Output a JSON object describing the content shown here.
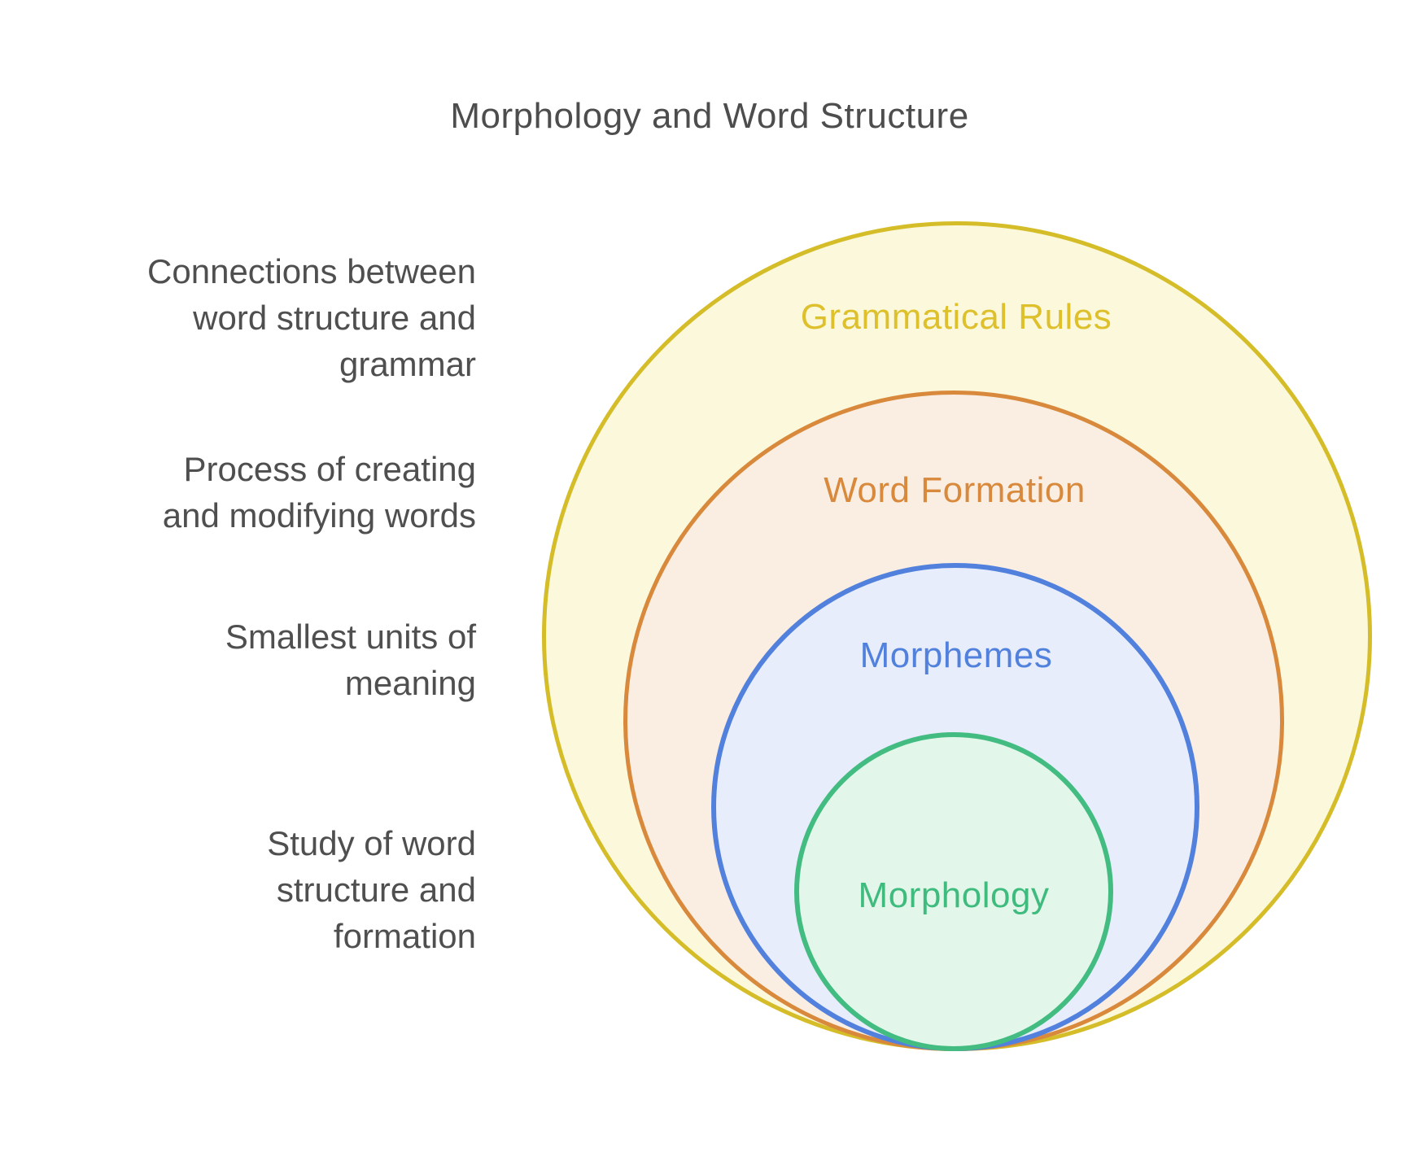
{
  "title": "Morphology and Word Structure",
  "text_color": "#4f4f4f",
  "rings": [
    {
      "label": "Grammatical Rules",
      "stroke_color": "#d5bd29",
      "fill_color": "#fcf8db",
      "label_color": "#ddc02b",
      "description": "Connections between word structure and grammar"
    },
    {
      "label": "Word Formation",
      "stroke_color": "#d8893b",
      "fill_color": "#faede2",
      "label_color": "#d8893b",
      "description": "Process of creating and modifying words"
    },
    {
      "label": "Morphemes",
      "stroke_color": "#5181dd",
      "fill_color": "#e7edfb",
      "label_color": "#5181dd",
      "description": "Smallest units of meaning"
    },
    {
      "label": "Morphology",
      "stroke_color": "#43bc81",
      "fill_color": "#e2f7ea",
      "label_color": "#3ebb7d",
      "description": "Study of word structure and formation"
    }
  ],
  "side_labels": [
    {
      "text": "Connections between word structure and grammar",
      "lines": [
        "Connections between",
        "word structure and",
        "grammar"
      ]
    },
    {
      "text": "Process of creating and modifying words",
      "lines": [
        "Process of creating",
        "and modifying words"
      ]
    },
    {
      "text": "Smallest units of meaning",
      "lines": [
        "Smallest units of",
        "meaning"
      ]
    },
    {
      "text": "Study of word structure and formation",
      "lines": [
        "Study of word",
        "structure and",
        "formation"
      ]
    }
  ]
}
